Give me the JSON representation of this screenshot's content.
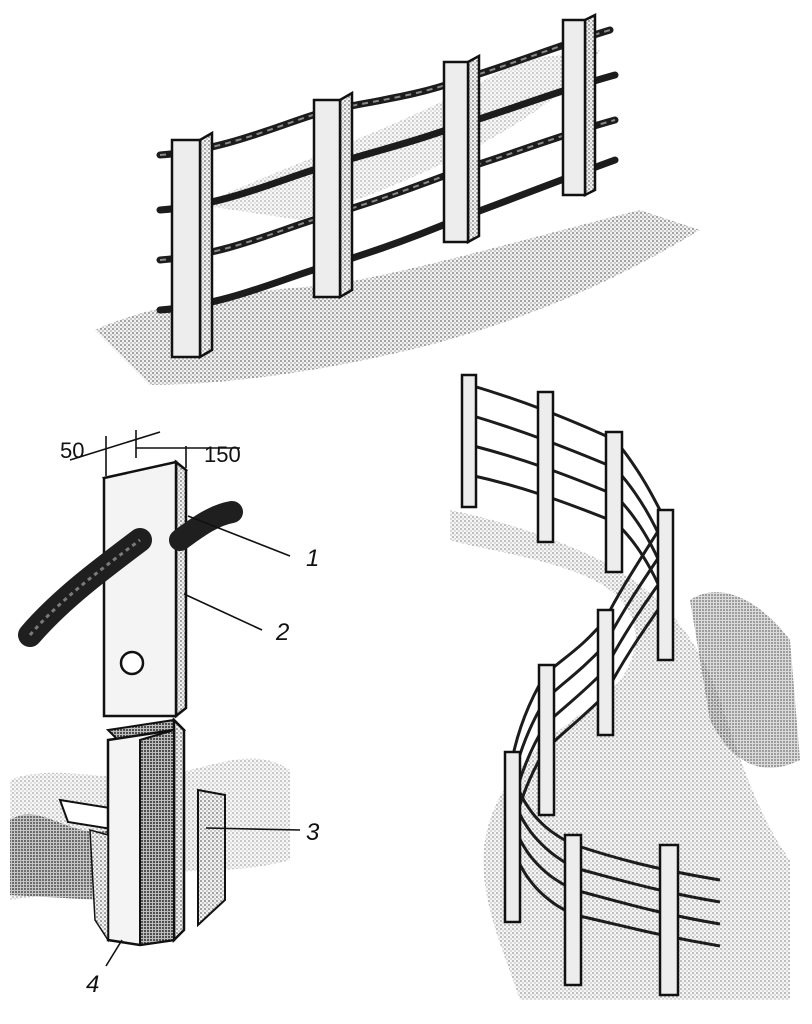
{
  "labels": {
    "dim_thickness": "50",
    "dim_width": "150",
    "callout_1": "1",
    "callout_2": "2",
    "callout_3": "3",
    "callout_4": "4"
  }
}
